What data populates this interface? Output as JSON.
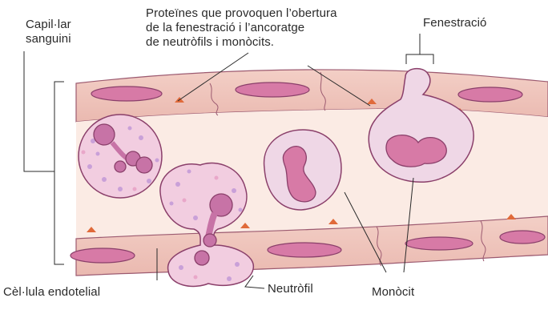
{
  "labels": {
    "capillary": "Capil·lar\nsanguini",
    "proteins": "Proteïnes que provoquen l’obertura\nde la fenestració i l’ancoratge\nde neutròfils i monòcits.",
    "fenestration": "Fenestració",
    "endothelial_cell": "Cèl·lula endotelial",
    "neutrophil": "Neutròfil",
    "monocyte": "Monòcit"
  },
  "colors": {
    "vessel_wall": "#f2c8c0",
    "lumen": "#fbebe4",
    "endothelial_nucleus": "#d77aa6",
    "cell_body": "#efcfe0",
    "cell_outline": "#8a3f6a",
    "granules": "#c9a0d8",
    "protein_marker": "#e06a3a",
    "text": "#2a2a2a"
  }
}
